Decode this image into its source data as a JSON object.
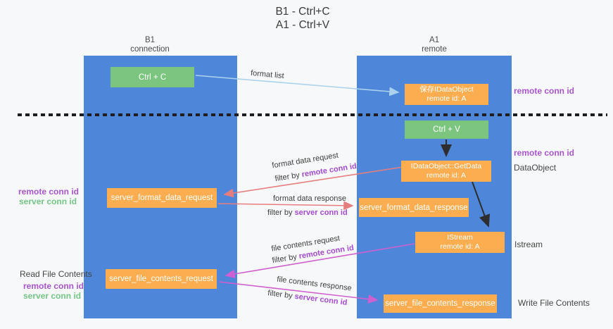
{
  "title": {
    "line1": "B1 - Ctrl+C",
    "line2": "A1 - Ctrl+V"
  },
  "lanes": {
    "left": {
      "name": "B1",
      "role": "connection"
    },
    "right": {
      "name": "A1",
      "role": "remote"
    }
  },
  "nodes": {
    "ctrl_c": {
      "label": "Ctrl + C"
    },
    "save_dataobject": {
      "line1": "保存IDataObject",
      "line2": "remote id: A"
    },
    "ctrl_v": {
      "label": "Ctrl + V"
    },
    "getdata": {
      "line1": "IDataObject::GetData",
      "line2": "remote id: A"
    },
    "server_format_data_request": {
      "label": "server_format_data_request"
    },
    "server_format_data_response": {
      "label": "server_format_data_response"
    },
    "istream": {
      "line1": "IStream",
      "line2": "remote id: A"
    },
    "server_file_contents_request": {
      "label": "server_file_contents_request"
    },
    "server_file_contents_response": {
      "label": "server_file_contents_response"
    }
  },
  "side_labels": {
    "remote_conn_id_top": "remote conn id",
    "remote_conn_id_mid": "remote conn id",
    "dataobject": "DataObject",
    "istream": "Istream",
    "write_file_contents": "Write File Contents",
    "read_file_contents": "Read File Contents",
    "left_remote_conn_id_1": "remote conn id",
    "left_server_conn_id_1": "server conn id",
    "left_remote_conn_id_2": "remote conn id",
    "left_server_conn_id_2": "server conn id"
  },
  "arrow_labels": {
    "format_list": "format list",
    "format_data_request": "format data request",
    "format_data_response": "format data response",
    "file_contents_request": "file contents request",
    "file_contents_response": "file contents response",
    "filter_by_prefix": "filter by ",
    "filter_remote": "remote conn id",
    "filter_server": "server conn id"
  },
  "colors": {
    "lane_blue": "#4e87d9",
    "node_orange": "#fbad4f",
    "node_green": "#7cc57f",
    "arrow_red": "#e77e7e",
    "arrow_magenta": "#d05fd0",
    "arrow_blue": "#aad2ee",
    "arrow_black": "#2e2e2e",
    "label_purple": "#a855cc",
    "label_green": "#74c585",
    "text_dark": "#3e3e3e"
  }
}
